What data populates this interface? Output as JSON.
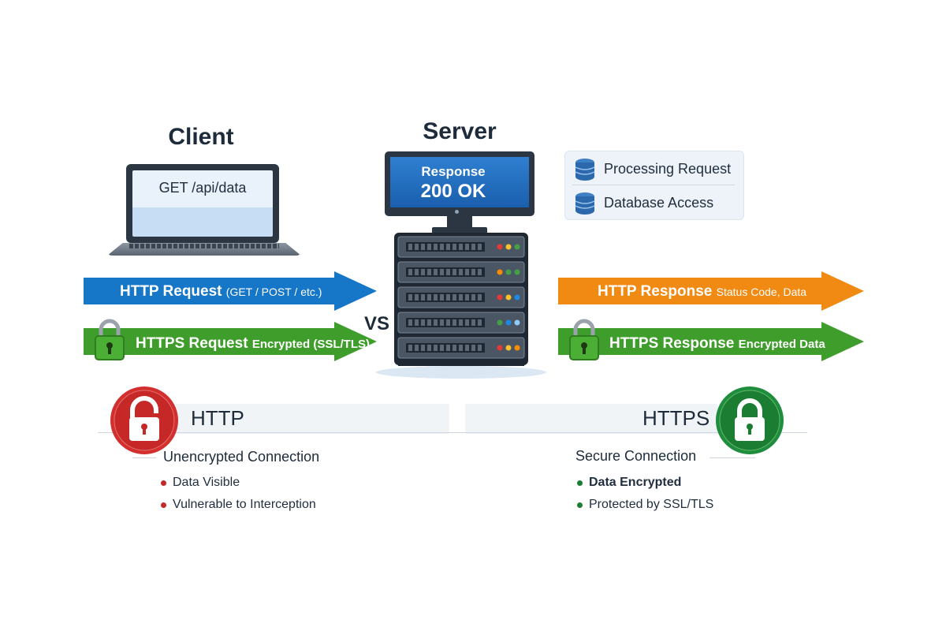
{
  "client": {
    "title": "Client",
    "request_text": "GET /api/data"
  },
  "server": {
    "title": "Server",
    "screen_line1": "Response",
    "screen_line2": "200 OK",
    "info": [
      "Processing Request",
      "Database Access"
    ]
  },
  "arrows": {
    "http_request": {
      "main": "HTTP Request",
      "detail": "(GET / POST / etc.)",
      "color": "#1677c8"
    },
    "https_request": {
      "main": "HTTPS Request",
      "detail": "Encrypted (SSL/TLS)",
      "color": "#3f9e2b"
    },
    "http_response": {
      "main": "HTTP Response",
      "detail": "Status Code, Data",
      "color": "#f08a12"
    },
    "https_response": {
      "main": "HTTPS Response",
      "detail": "Encrypted Data",
      "color": "#3f9e2b"
    }
  },
  "vs_label": "VS",
  "http_side": {
    "label": "HTTP",
    "connection": "Unencrypted Connection",
    "bullets": [
      "Data Visible",
      "Vulnerable to Interception"
    ],
    "accent": "#c62828"
  },
  "https_side": {
    "label": "HTTPS",
    "connection": "Secure Connection",
    "bullets": [
      "Data Encrypted",
      "Protected by SSL/TLS"
    ],
    "accent": "#1b7d32"
  }
}
